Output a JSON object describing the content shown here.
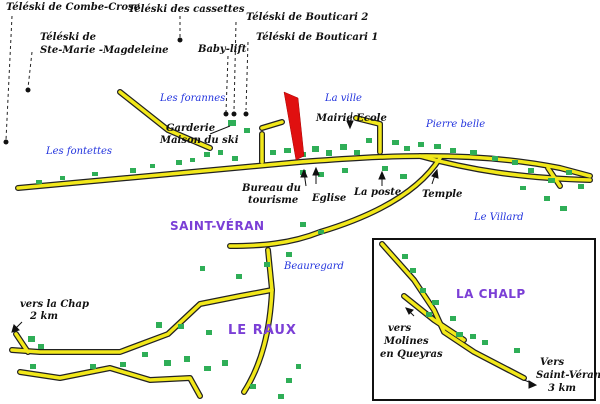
{
  "labels": {
    "teleski_combe_crose": "Téléski de Combe-Crose",
    "teleski_cassettes": "Téléski des cassettes",
    "teleski_bouticari_2": "Téléski de Bouticari 2",
    "teleski_bouticari_1": "Téléski de Bouticari 1",
    "teleski_ste_marie_1": "Téléski de",
    "teleski_ste_marie_2": "Ste-Marie -Magdeleine",
    "baby_lift": "Baby-lift",
    "les_forannes": "Les forannes",
    "la_ville": "La ville",
    "mairie_ecole": "Mairie Ecole",
    "pierre_belle": "Pierre belle",
    "les_fontettes": "Les fontettes",
    "garderie_1": "Garderie",
    "garderie_2": "Maison du ski",
    "bureau_1": "Bureau du",
    "bureau_2": "tourisme",
    "eglise": "Eglise",
    "la_poste": "La poste",
    "temple": "Temple",
    "le_villard": "Le Villard",
    "saint_veran": "SAINT-VÉRAN",
    "beauregard": "Beauregard",
    "le_raux": "LE RAUX",
    "vers_chap_1": "vers la Chap",
    "vers_chap_2": "2 km",
    "la_chalp": "LA CHALP",
    "vers_molines_1": "vers",
    "vers_molines_2": "Molines",
    "vers_molines_3": "en Queyras",
    "vers_sv_1": "Vers",
    "vers_sv_2": "Saint-Véran",
    "vers_sv_3": "3 km"
  },
  "colors": {
    "road": "#f2e81a",
    "road_outline": "#222222",
    "building": "#2fae57",
    "marker": "#e01010"
  }
}
